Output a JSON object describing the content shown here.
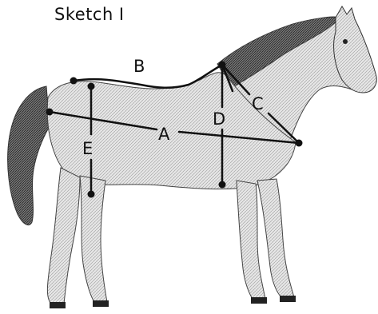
{
  "figure": {
    "title": "Sketch I",
    "labels": {
      "a": "A",
      "b": "B",
      "c": "C",
      "d": "D",
      "e": "E"
    }
  },
  "colors": {
    "line": "#111111",
    "horse_light": "#d9d9d9",
    "horse_mid": "#a8a8a8",
    "horse_dark": "#3c3c3c",
    "background": "#ffffff"
  }
}
